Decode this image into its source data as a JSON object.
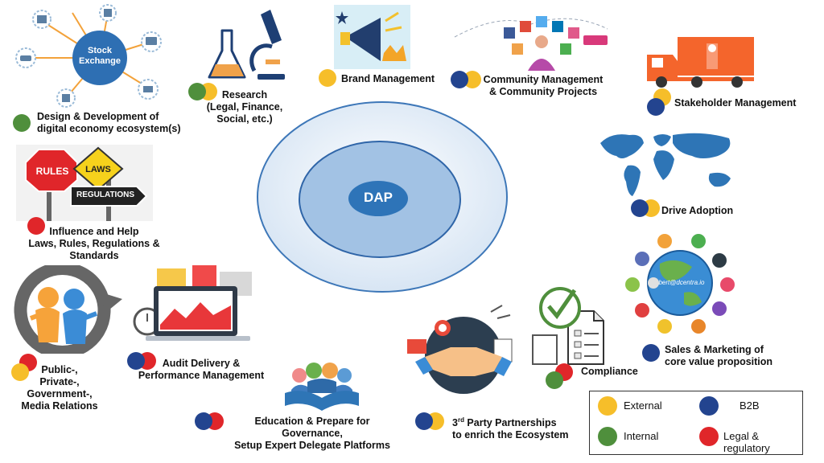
{
  "center": {
    "label": "DAP"
  },
  "colors": {
    "external": "#f6be2a",
    "internal": "#4f8f3c",
    "b2b": "#23448f",
    "legal": "#e0262a"
  },
  "network": {
    "hub": "Stock Exchange"
  },
  "signs": {
    "rules": "RULES",
    "laws": "LAWS",
    "regulations": "REGULATIONS"
  },
  "sales_icon_text": "bert@dcentra.io",
  "items": {
    "design": "Design & Development of\ndigital economy ecosystem(s)",
    "research": "Research\n(Legal, Finance,\nSocial, etc.)",
    "brand": "Brand Management",
    "community": "Community Management\n& Community Projects",
    "stakeholder": "Stakeholder Management",
    "influence": "Influence and Help\nLaws, Rules, Regulations & Standards",
    "adoption": "Drive Adoption",
    "sales": "Sales & Marketing of\ncore value proposition",
    "public": "Public-,\nPrivate-,\nGovernment-,\nMedia Relations",
    "audit": "Audit Delivery &\nPerformance Management",
    "education": "Education & Prepare for Governance,\nSetup Expert Delegate Platforms",
    "partnerships_sup": "rd",
    "partnerships": "3",
    "partnerships_rest": " Party Partnerships\nto enrich the Ecosystem",
    "compliance": "Compliance"
  },
  "legend": {
    "external": "External",
    "b2b": "B2B",
    "internal": "Internal",
    "legal": "Legal & regulatory"
  }
}
